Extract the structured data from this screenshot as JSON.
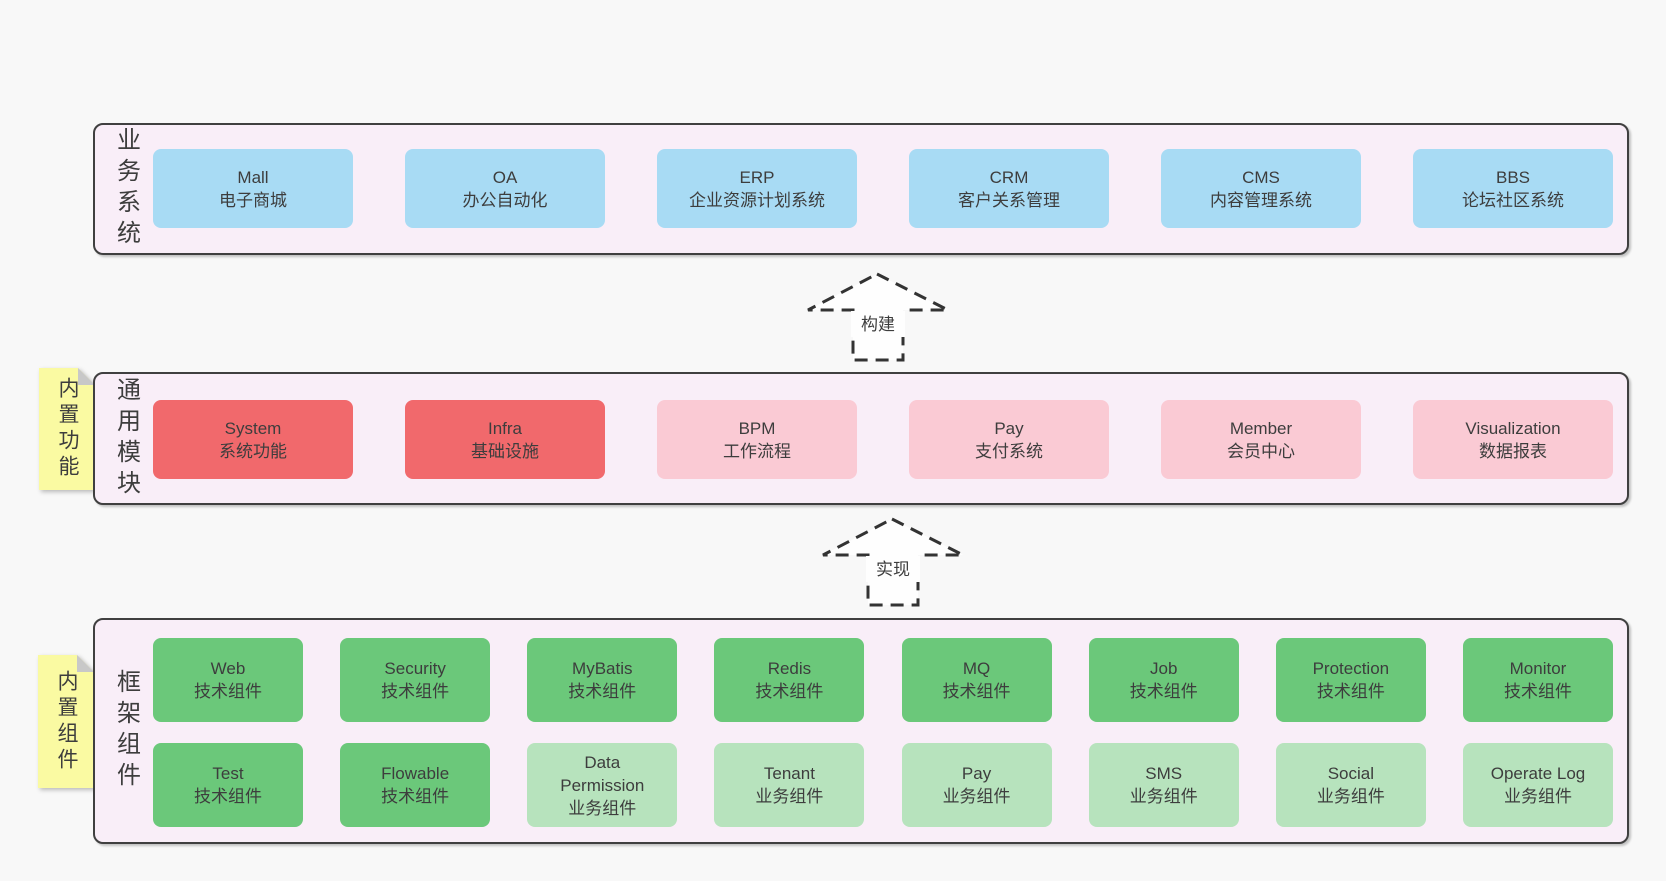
{
  "colors": {
    "page-bg": "#f8f8f8",
    "section-bg": "#f9eef8",
    "section-border": "#404040",
    "blue": "#a8dbf4",
    "red": "#f1696c",
    "pink": "#facad4",
    "green": "#6bc87a",
    "green-light": "#b7e3bd",
    "yellow": "#fafaa2",
    "fold": "#c8c8c8",
    "text": "#3d3d3d"
  },
  "sections": {
    "business": {
      "label": "业务系统",
      "items": [
        {
          "title": "Mall",
          "subtitle": "电子商城"
        },
        {
          "title": "OA",
          "subtitle": "办公自动化"
        },
        {
          "title": "ERP",
          "subtitle": "企业资源计划系统"
        },
        {
          "title": "CRM",
          "subtitle": "客户关系管理"
        },
        {
          "title": "CMS",
          "subtitle": "内容管理系统"
        },
        {
          "title": "BBS",
          "subtitle": "论坛社区系统"
        }
      ]
    },
    "modules": {
      "label": "通用模块",
      "sticky": "内置功能",
      "items": [
        {
          "title": "System",
          "subtitle": "系统功能",
          "variant": "red"
        },
        {
          "title": "Infra",
          "subtitle": "基础设施",
          "variant": "red"
        },
        {
          "title": "BPM",
          "subtitle": "工作流程",
          "variant": "pink"
        },
        {
          "title": "Pay",
          "subtitle": "支付系统",
          "variant": "pink"
        },
        {
          "title": "Member",
          "subtitle": "会员中心",
          "variant": "pink"
        },
        {
          "title": "Visualization",
          "subtitle": "数据报表",
          "variant": "pink"
        }
      ]
    },
    "framework": {
      "label": "框架组件",
      "sticky": "内置组件",
      "row1": [
        {
          "title": "Web",
          "subtitle": "技术组件",
          "variant": "green"
        },
        {
          "title": "Security",
          "subtitle": "技术组件",
          "variant": "green"
        },
        {
          "title": "MyBatis",
          "subtitle": "技术组件",
          "variant": "green"
        },
        {
          "title": "Redis",
          "subtitle": "技术组件",
          "variant": "green"
        },
        {
          "title": "MQ",
          "subtitle": "技术组件",
          "variant": "green"
        },
        {
          "title": "Job",
          "subtitle": "技术组件",
          "variant": "green"
        },
        {
          "title": "Protection",
          "subtitle": "技术组件",
          "variant": "green"
        },
        {
          "title": "Monitor",
          "subtitle": "技术组件",
          "variant": "green"
        }
      ],
      "row2": [
        {
          "title": "Test",
          "subtitle": "技术组件",
          "variant": "green"
        },
        {
          "title": "Flowable",
          "subtitle": "技术组件",
          "variant": "green"
        },
        {
          "title": "Data Permission",
          "subtitle": "业务组件",
          "variant": "green-light"
        },
        {
          "title": "Tenant",
          "subtitle": "业务组件",
          "variant": "green-light"
        },
        {
          "title": "Pay",
          "subtitle": "业务组件",
          "variant": "green-light"
        },
        {
          "title": "SMS",
          "subtitle": "业务组件",
          "variant": "green-light"
        },
        {
          "title": "Social",
          "subtitle": "业务组件",
          "variant": "green-light"
        },
        {
          "title": "Operate Log",
          "subtitle": "业务组件",
          "variant": "green-light"
        }
      ]
    }
  },
  "arrows": [
    {
      "label": "构建"
    },
    {
      "label": "实现"
    }
  ]
}
